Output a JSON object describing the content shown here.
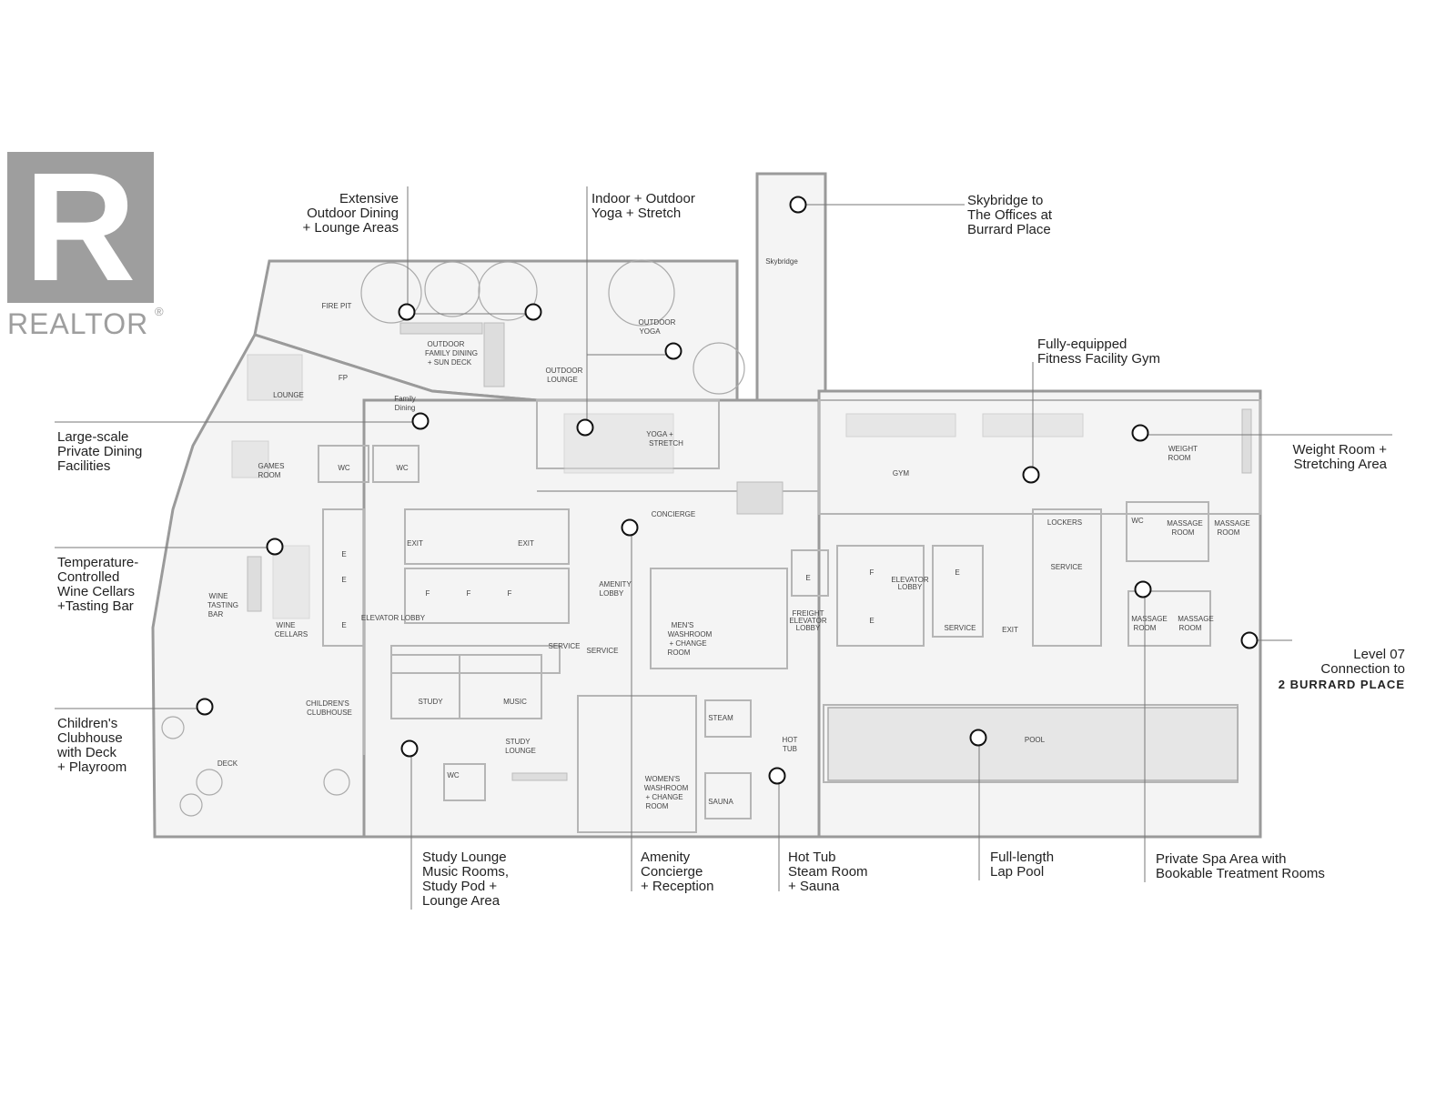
{
  "logo": {
    "letter": "R",
    "wordmark": "REALTOR",
    "mark": "®",
    "color": "#9e9e9e"
  },
  "callouts": {
    "outdoor_dining": [
      "Extensive",
      "Outdoor Dining",
      "+ Lounge Areas"
    ],
    "yoga": [
      "Indoor + Outdoor",
      "Yoga + Stretch"
    ],
    "skybridge": [
      "Skybridge to",
      "The Offices at",
      "Burrard Place"
    ],
    "gym": [
      "Fully-equipped",
      "Fitness Facility Gym"
    ],
    "private_dining": [
      "Large-scale",
      "Private Dining",
      "Facilities"
    ],
    "weight_room": [
      "Weight Room +",
      "Stretching Area"
    ],
    "wine": [
      "Temperature-",
      "Controlled",
      "Wine Cellars",
      "+Tasting Bar"
    ],
    "level07": [
      "Level 07",
      "Connection to"
    ],
    "level07_bold": "2 BURRARD PLACE",
    "clubhouse": [
      "Children's",
      "Clubhouse",
      "with Deck",
      "+ Playroom"
    ],
    "study": [
      "Study Lounge",
      "Music Rooms,",
      "Study Pod +",
      "Lounge Area"
    ],
    "concierge": [
      "Amenity",
      "Concierge",
      "+ Reception"
    ],
    "hottub": [
      "Hot Tub",
      "Steam Room",
      "+ Sauna"
    ],
    "pool": [
      "Full-length",
      "Lap Pool"
    ],
    "spa": [
      "Private Spa Area with",
      "Bookable Treatment Rooms"
    ]
  },
  "rooms": {
    "skybridge": "Skybridge",
    "fire_pit": "FIRE PIT",
    "outdoor_family_dining": [
      "OUTDOOR",
      "FAMILY DINING",
      "+ SUN DECK"
    ],
    "outdoor_yoga": [
      "OUTDOOR",
      "YOGA"
    ],
    "outdoor_lounge": [
      "OUTDOOR",
      "LOUNGE"
    ],
    "lounge": "LOUNGE",
    "fp": "FP",
    "family_dining": [
      "Family",
      "Dining"
    ],
    "yoga_stretch": [
      "YOGA +",
      "STRETCH"
    ],
    "games_room": [
      "GAMES",
      "ROOM"
    ],
    "wc": "WC",
    "gym": "GYM",
    "weight_room": [
      "WEIGHT",
      "ROOM"
    ],
    "concierge": "CONCIERGE",
    "lockers": "LOCKERS",
    "massage": [
      "MASSAGE",
      "ROOM"
    ],
    "amenity_lobby": [
      "AMENITY",
      "LOBBY"
    ],
    "elevator_lobby": "ELEVATOR LOBBY",
    "elevator_lobby2": [
      "ELEVATOR",
      "LOBBY"
    ],
    "freight_lobby": [
      "FREIGHT",
      "ELEVATOR",
      "LOBBY"
    ],
    "service": "SERVICE",
    "exit": "EXIT",
    "mens": [
      "MEN'S",
      "WASHROOM",
      "+ CHANGE",
      "ROOM"
    ],
    "womens": [
      "WOMEN'S",
      "WASHROOM",
      "+ CHANGE",
      "ROOM"
    ],
    "wine_tasting": [
      "WINE",
      "TASTING",
      "BAR"
    ],
    "wine_cellars": [
      "WINE",
      "CELLARS"
    ],
    "childrens": [
      "CHILDREN'S",
      "CLUBHOUSE"
    ],
    "deck": "DECK",
    "study": "STUDY",
    "music": "MUSIC",
    "study_lounge": [
      "STUDY",
      "LOUNGE"
    ],
    "steam": "STEAM",
    "sauna": "SAUNA",
    "hot_tub": [
      "HOT",
      "TUB"
    ],
    "pool": "POOL",
    "elev_e": "E",
    "elev_f": "F"
  }
}
